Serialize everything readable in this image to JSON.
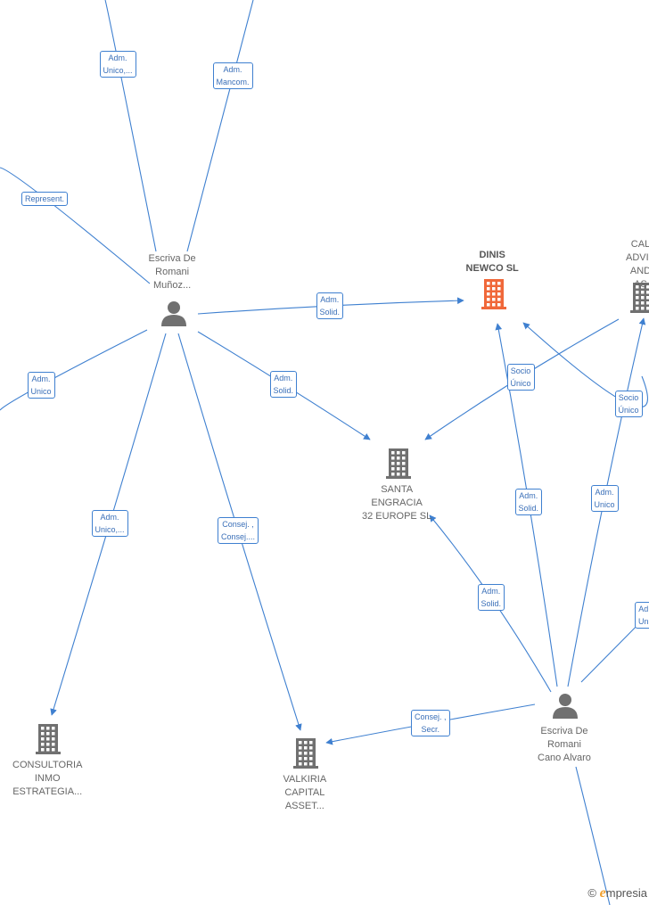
{
  "colors": {
    "edge": "#3f80d0",
    "node_gray": "#707070",
    "node_focus": "#f0683a"
  },
  "nodes": [
    {
      "id": "person-munoz",
      "type": "person",
      "label": "Escriva De\nRomani\nMuñoz..."
    },
    {
      "id": "person-cano",
      "type": "person",
      "label": "Escriva De\nRomani\nCano Alvaro"
    },
    {
      "id": "dinis-newco",
      "type": "company",
      "focus": true,
      "label": "DINIS\nNEWCO  SL"
    },
    {
      "id": "cal-advis",
      "type": "company",
      "label": "CAL\nADVIS\nAND AS"
    },
    {
      "id": "santa-engracia",
      "type": "company",
      "label": "SANTA\nENGRACIA\n32 EUROPE  SL"
    },
    {
      "id": "consultoria-inmo",
      "type": "company",
      "label": "CONSULTORIA\nINMO\nESTRATEGIA..."
    },
    {
      "id": "valkiria-capital",
      "type": "company",
      "label": "VALKIRIA\nCAPITAL\nASSET..."
    }
  ],
  "edge_labels": [
    {
      "id": "e1",
      "text": "Adm.\nUnico,..."
    },
    {
      "id": "e2",
      "text": "Adm.\nMancom."
    },
    {
      "id": "e3",
      "text": "Represent."
    },
    {
      "id": "e4",
      "text": "Adm.\nSolid."
    },
    {
      "id": "e5",
      "text": "Adm.\nUnico"
    },
    {
      "id": "e6",
      "text": "Adm.\nSolid."
    },
    {
      "id": "e7",
      "text": "Adm.\nUnico,..."
    },
    {
      "id": "e8",
      "text": "Consej. ,\nConsej...."
    },
    {
      "id": "e9",
      "text": "Socio\nÚnico"
    },
    {
      "id": "e10",
      "text": "Socio\nÚnico"
    },
    {
      "id": "e11",
      "text": "Adm.\nSolid."
    },
    {
      "id": "e12",
      "text": "Adm.\nUnico"
    },
    {
      "id": "e13",
      "text": "Adm.\nSolid."
    },
    {
      "id": "e14",
      "text": "Consej. ,\nSecr."
    },
    {
      "id": "e15",
      "text": "Ad\nUn"
    }
  ],
  "watermark": {
    "copyright": "©",
    "brand_initial": "e",
    "brand_rest": "mpresia"
  }
}
